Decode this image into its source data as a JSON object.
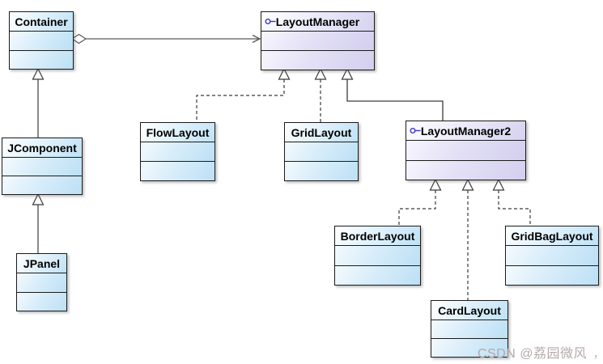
{
  "diagram": {
    "kind": "uml-class-diagram",
    "classes": [
      {
        "name": "Container",
        "kind": "class"
      },
      {
        "name": "LayoutManager",
        "kind": "interface"
      },
      {
        "name": "JComponent",
        "kind": "class"
      },
      {
        "name": "FlowLayout",
        "kind": "class"
      },
      {
        "name": "GridLayout",
        "kind": "class"
      },
      {
        "name": "LayoutManager2",
        "kind": "interface"
      },
      {
        "name": "JPanel",
        "kind": "class"
      },
      {
        "name": "BorderLayout",
        "kind": "class"
      },
      {
        "name": "GridBagLayout",
        "kind": "class"
      },
      {
        "name": "CardLayout",
        "kind": "class"
      }
    ],
    "relationships": [
      {
        "type": "aggregation",
        "from": "Container",
        "to": "LayoutManager"
      },
      {
        "type": "generalization",
        "from": "JComponent",
        "to": "Container"
      },
      {
        "type": "generalization",
        "from": "JPanel",
        "to": "JComponent"
      },
      {
        "type": "realization",
        "from": "FlowLayout",
        "to": "LayoutManager"
      },
      {
        "type": "realization",
        "from": "GridLayout",
        "to": "LayoutManager"
      },
      {
        "type": "generalization",
        "from": "LayoutManager2",
        "to": "LayoutManager"
      },
      {
        "type": "realization",
        "from": "BorderLayout",
        "to": "LayoutManager2"
      },
      {
        "type": "realization",
        "from": "CardLayout",
        "to": "LayoutManager2"
      },
      {
        "type": "realization",
        "from": "GridBagLayout",
        "to": "LayoutManager2"
      }
    ]
  },
  "watermark": {
    "text": "CSDN @荔园微风",
    "mark": "，"
  },
  "colors": {
    "class_fill": "#bfe2f6",
    "interface_fill": "#d6d2f0",
    "box_border": "#1b1b1b",
    "line": "#3a3a3a",
    "aggregation_line": "#5a5a5a",
    "lollipop_icon": "#3a35c8",
    "watermark": "#b5a9a9"
  }
}
